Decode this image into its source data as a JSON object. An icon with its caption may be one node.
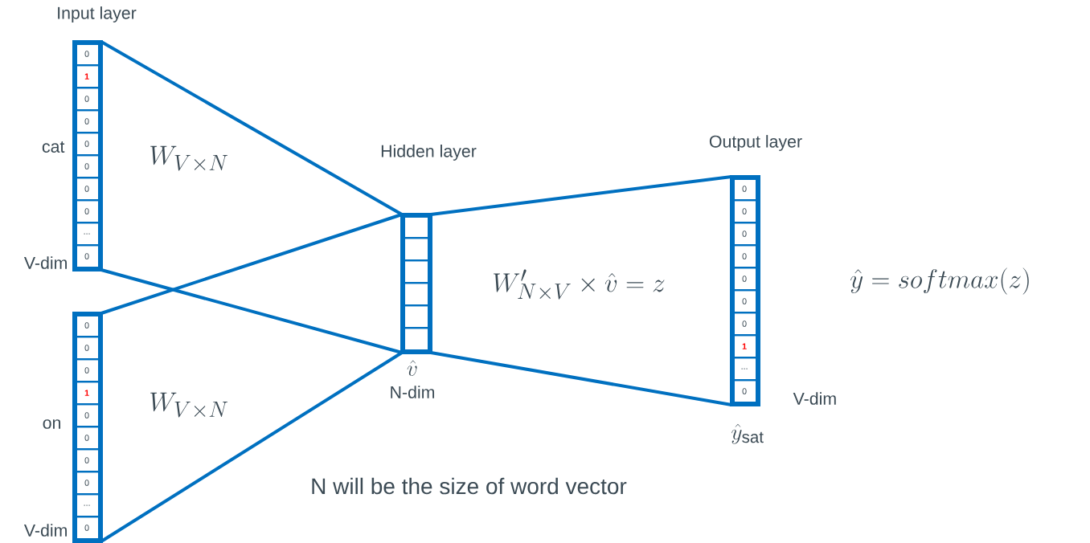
{
  "diagram": {
    "nodes": [
      {
        "text": [],
        "shape": "box",
        "beside": [
          "Input layer",
          "cat",
          "V-dim"
        ]
      },
      {
        "text": [
          "0"
        ],
        "in": 0
      },
      {
        "text": [
          "1"
        ],
        "in": 0
      },
      {
        "text": [
          "0"
        ],
        "in": 0
      },
      {
        "text": [
          "0"
        ],
        "in": 0
      },
      {
        "text": [
          "0"
        ],
        "in": 0
      },
      {
        "text": [
          "0"
        ],
        "in": 0
      },
      {
        "text": [
          "0"
        ],
        "in": 0
      },
      {
        "text": [
          "0"
        ],
        "in": 0
      },
      {
        "text": [
          "..."
        ],
        "in": 0
      },
      {
        "text": [
          "0"
        ],
        "in": 0
      },
      {
        "text": [],
        "shape": "box",
        "beside": [
          "on",
          "V-dim"
        ]
      },
      {
        "text": [
          "0"
        ],
        "in": 11
      },
      {
        "text": [
          "0"
        ],
        "in": 11
      },
      {
        "text": [
          "0"
        ],
        "in": 11
      },
      {
        "text": [
          "1"
        ],
        "in": 11
      },
      {
        "text": [
          "0"
        ],
        "in": 11
      },
      {
        "text": [
          "0"
        ],
        "in": 11
      },
      {
        "text": [
          "0"
        ],
        "in": 11
      },
      {
        "text": [
          "0"
        ],
        "in": 11
      },
      {
        "text": [
          "..."
        ],
        "in": 11
      },
      {
        "text": [
          "0"
        ],
        "in": 11
      },
      {
        "text": [],
        "shape": "box",
        "beside": [
          "Hidden layer",
          "\\hat{v}",
          "N-dim"
        ]
      },
      {
        "text": [],
        "shape": "box",
        "in": 22
      },
      {
        "text": [],
        "shape": "box",
        "in": 22
      },
      {
        "text": [],
        "shape": "box",
        "in": 22
      },
      {
        "text": [],
        "shape": "box",
        "in": 22
      },
      {
        "text": [],
        "shape": "box",
        "in": 22
      },
      {
        "text": [],
        "shape": "box",
        "in": 22
      },
      {
        "text": [],
        "shape": "box",
        "beside": [
          "Output layer",
          "V-dim",
          "\\hat{y}_{\\mathrm{sat}}"
        ]
      },
      {
        "text": [
          "0"
        ],
        "in": 29
      },
      {
        "text": [
          "0"
        ],
        "in": 29
      },
      {
        "text": [
          "0"
        ],
        "in": 29
      },
      {
        "text": [
          "0"
        ],
        "in": 29
      },
      {
        "text": [
          "0"
        ],
        "in": 29
      },
      {
        "text": [
          "0"
        ],
        "in": 29
      },
      {
        "text": [
          "0"
        ],
        "in": 29
      },
      {
        "text": [
          "1"
        ],
        "in": 29
      },
      {
        "text": [
          "..."
        ],
        "in": 29
      },
      {
        "text": [
          "0"
        ],
        "in": 29
      }
    ],
    "edges": [
      {
        "from": 0,
        "to": 22,
        "arrow": "none"
      },
      {
        "from": 0,
        "to": 22,
        "arrow": "none"
      },
      {
        "from": 11,
        "to": 22,
        "arrow": "none"
      },
      {
        "from": 11,
        "to": 22,
        "arrow": "none"
      },
      {
        "from": 22,
        "to": 29,
        "arrow": "none"
      },
      {
        "from": 22,
        "to": 29,
        "arrow": "none"
      }
    ],
    "labels": [
      "W_{V\\times N}",
      "W_{V\\times N}",
      "W'_{N\\times V}\\times\\hat{v}=z",
      "\\hat{y}=softmax(z)",
      "N will be the size of word vector"
    ]
  }
}
